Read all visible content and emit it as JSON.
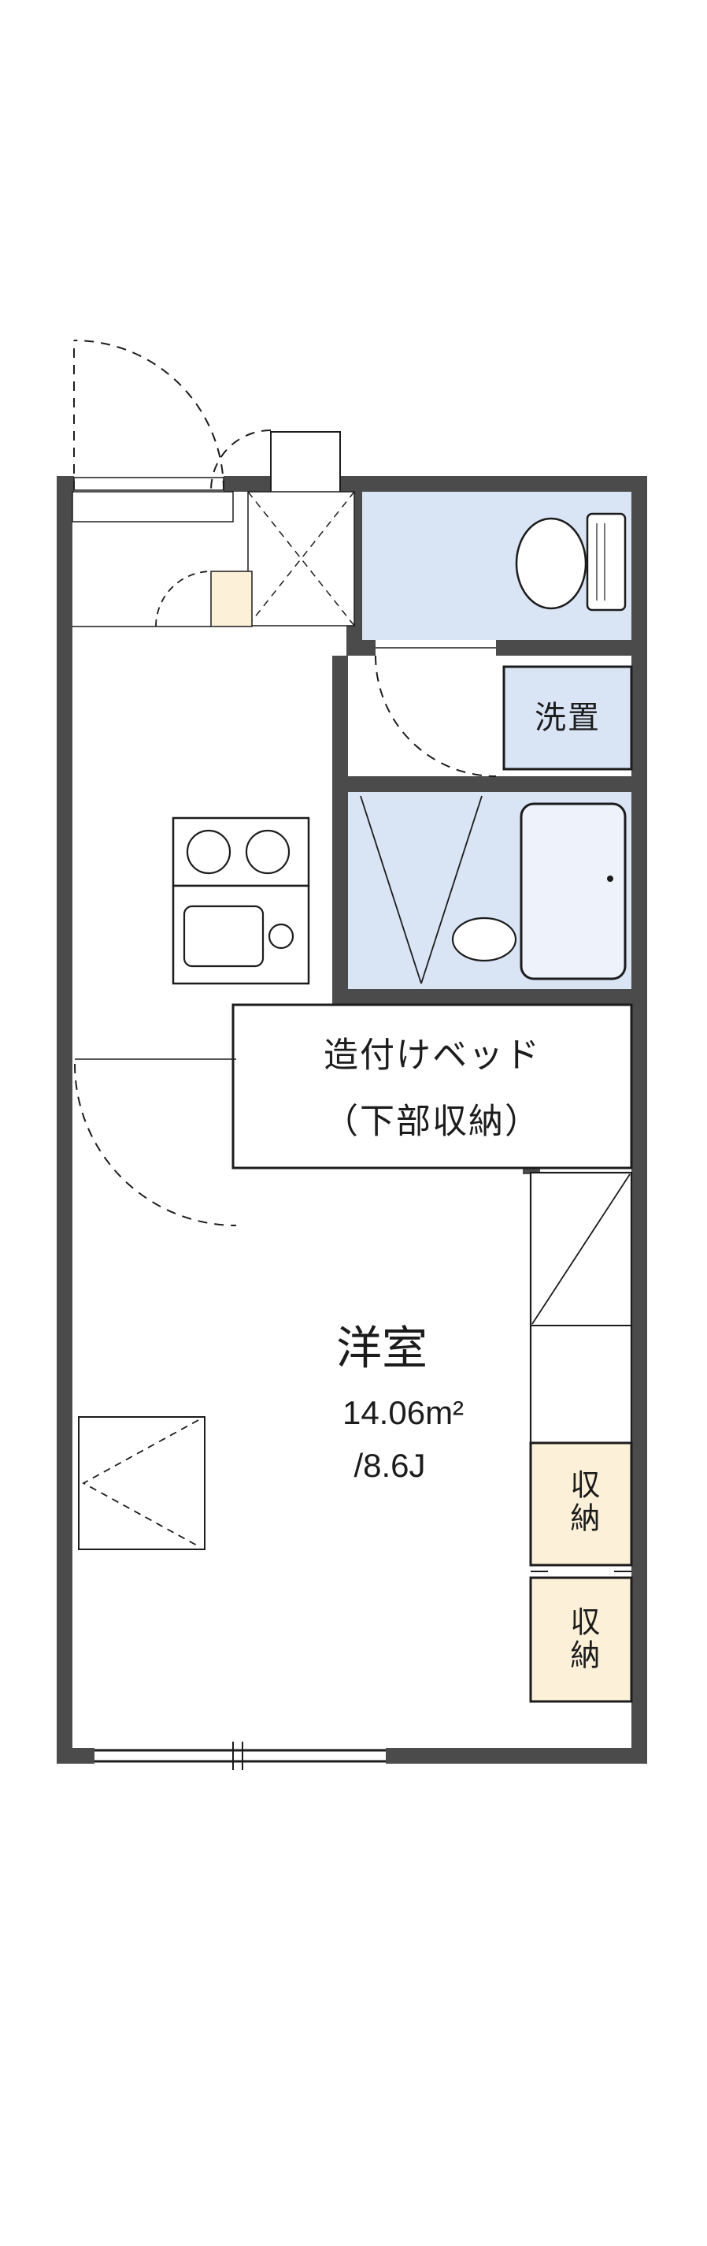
{
  "colors": {
    "background": "#ffffff",
    "wall": "#4b4b4b",
    "water_area": "#d9e4f5",
    "storage": "#fcf0d9",
    "line": "#1c1c1c"
  },
  "rooms": {
    "western_room": {
      "label": "洋室",
      "area_m2": "14.06m²",
      "area_jo": "/8.6J"
    },
    "built_in_bed": {
      "label_line1": "造付けベッド",
      "label_line2": "（下部収納）"
    },
    "laundry": {
      "label": "洗置"
    },
    "storage_upper": {
      "label": "収納"
    },
    "storage_lower": {
      "label": "収納"
    }
  }
}
